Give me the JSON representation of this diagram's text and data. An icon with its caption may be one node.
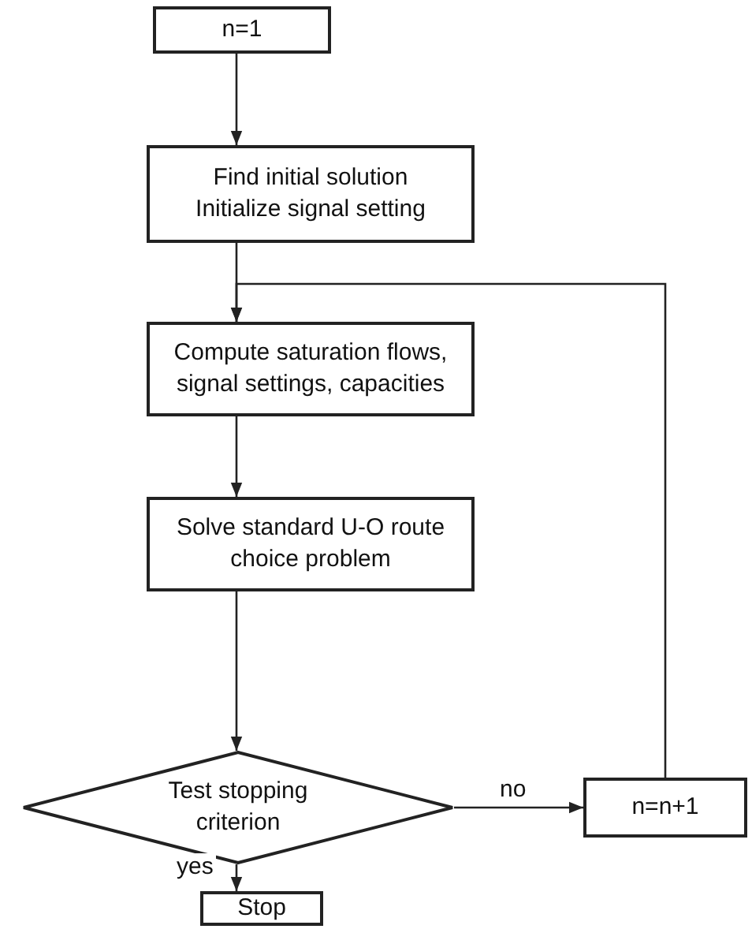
{
  "diagram": {
    "nodes": [
      {
        "text": [
          "n=1"
        ]
      },
      {
        "text": [
          "Find initial solution",
          "Initialize signal setting"
        ]
      },
      {
        "text": [
          "Compute saturation flows, signal settings, capacities"
        ]
      },
      {
        "text": [
          "Solve standard U-O route choice problem"
        ]
      },
      {
        "text": [
          "Test stopping criterion"
        ]
      },
      {
        "text": [
          "n=n+1"
        ]
      },
      {
        "text": [
          "Stop"
        ]
      }
    ],
    "edges": [
      {
        "from": 0,
        "to": 1,
        "arrow": "to"
      },
      {
        "from": 1,
        "to": 2,
        "arrow": "to"
      },
      {
        "from": 2,
        "to": 3,
        "arrow": "to"
      },
      {
        "from": 3,
        "to": 4,
        "arrow": "to"
      },
      {
        "from": 4,
        "to": 5,
        "arrow": "to",
        "label": "no"
      },
      {
        "from": 4,
        "to": 6,
        "arrow": "to",
        "label": "yes"
      },
      {
        "from": 5,
        "to": 2,
        "arrow": "to"
      }
    ]
  }
}
